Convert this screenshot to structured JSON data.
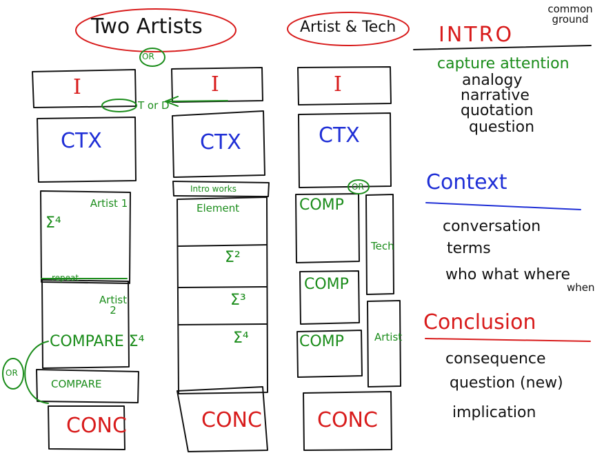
{
  "headings": {
    "two_artists": "Two Artists",
    "artist_tech": "Artist & Tech",
    "intro": "INTRO",
    "common_ground": "common ground",
    "context": "Context",
    "conclusion": "Conclusion"
  },
  "intro_notes": {
    "capture": "capture attention",
    "items": [
      "analogy",
      "narrative",
      "quotation",
      "question"
    ]
  },
  "context_notes": {
    "items": [
      "conversation",
      "terms",
      "who what where",
      "when"
    ]
  },
  "conclusion_notes": {
    "items": [
      "consequence",
      "question (new)",
      "implication"
    ]
  },
  "col1": {
    "intro": "I",
    "ctx": "CTX",
    "artist1": "Artist 1",
    "sigma4": "Σ⁴",
    "repeat": "repeat",
    "artist2": "Artist 2",
    "compare_e4": "COMPARE Σ⁴",
    "compare": "COMPARE",
    "conc": "CONC",
    "or": "OR"
  },
  "col2": {
    "or": "OR",
    "intro": "I",
    "t_or_d": "T or D",
    "ctx": "CTX",
    "intro_works": "Intro works",
    "element": "Element",
    "sigma2": "Σ²",
    "sigma3": "Σ³",
    "sigma4": "Σ⁴",
    "conc": "CONC"
  },
  "col3": {
    "intro": "I",
    "ctx": "CTX",
    "or": "OR",
    "comp1": "COMP",
    "tech": "Tech",
    "comp2": "COMP",
    "comp3": "COMP",
    "artist": "Artist",
    "conc": "CONC"
  }
}
